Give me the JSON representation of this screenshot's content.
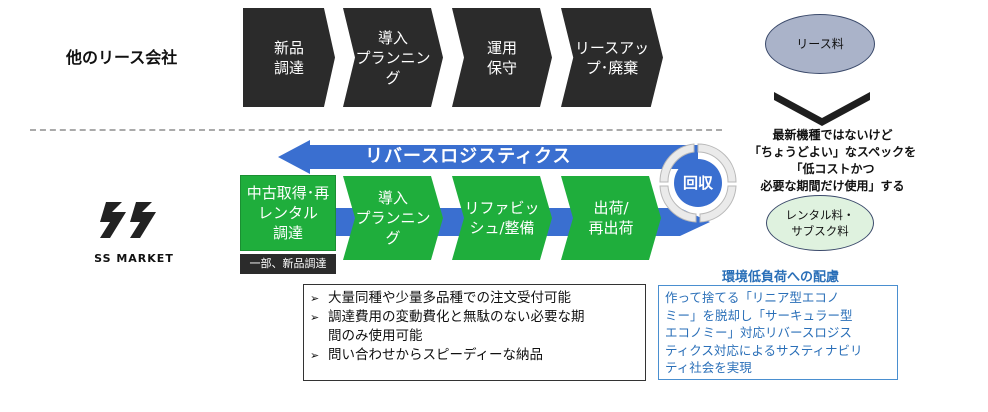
{
  "top_row": {
    "label": "他のリース会社",
    "steps": [
      "新品\n調達",
      "導入\nプランニン\nグ",
      "運用\n保守",
      "リースアッ\nプ･廃棄"
    ],
    "fee_label": "リース料"
  },
  "note": "最新機種ではないけど\n「ちょうどよい」なスペックを\n「低コストかつ\n必要な期間だけ使用」する",
  "bottom_row": {
    "logo_text": "SS MARKET",
    "reverse_logistics_label": "リバースロジスティクス",
    "steps": [
      "中古取得･再\nレンタル\n調達",
      "導入\nプランニン\nグ",
      "リファビッ\nシュ/整備",
      "出荷/\n再出荷"
    ],
    "sub_tag": "一部、新品調達",
    "recovery_label": "回収",
    "fee_label": "レンタル料・\nサブスク料"
  },
  "features": [
    "大量同種や少量多品種での注文受付可能",
    "調達費用の変動費化と無駄のない必要な期\n間のみ使用可能",
    "問い合わせからスピーディーな納品"
  ],
  "env": {
    "title": "環境低負荷への配慮",
    "body": "作って捨てる「リニア型エコノ\nミー」を脱却し「サーキュラー型\nエコノミー」対応リバースロジス\nティクス対応によるサスティナビリ\nティ社会を実現"
  }
}
